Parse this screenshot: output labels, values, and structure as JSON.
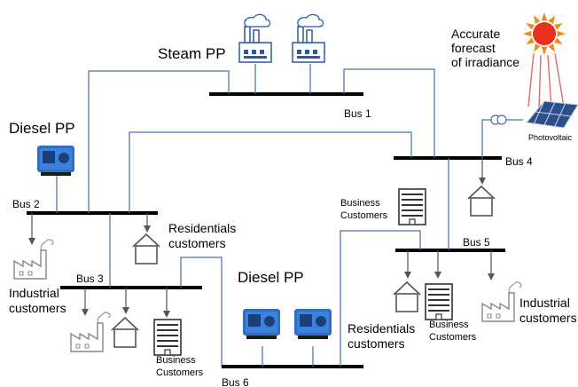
{
  "labels": {
    "steam_pp": "Steam PP",
    "diesel_pp_left": "Diesel PP",
    "diesel_pp_bottom": "Diesel PP",
    "forecast": [
      "Accurate",
      "forecast",
      "of irradiance"
    ],
    "photovoltaic": "Photovoltaic",
    "residentials_top": [
      "Residentials",
      "customers"
    ],
    "residentials_bottom": [
      "Residentials",
      "customers"
    ],
    "industrial_left": [
      "Industrial",
      "customers"
    ],
    "industrial_right": [
      "Industrial",
      "customers"
    ],
    "business_mid": [
      "Business",
      "Customers"
    ],
    "business_bottom": [
      "Business",
      "Customers"
    ],
    "business_right": [
      "Business",
      "Customers"
    ]
  },
  "buses": {
    "bus1": "Bus 1",
    "bus2": "Bus 2",
    "bus3": "Bus 3",
    "bus4": "Bus 4",
    "bus5": "Bus 5",
    "bus6": "Bus 6"
  },
  "colors": {
    "wire": "#4a6fa8",
    "generator": "#2f6fc4",
    "sun": "#e8321e",
    "ray": "#e06a6a",
    "factory_smoke": "#4a86c8",
    "panel": "#2a4f8a"
  }
}
